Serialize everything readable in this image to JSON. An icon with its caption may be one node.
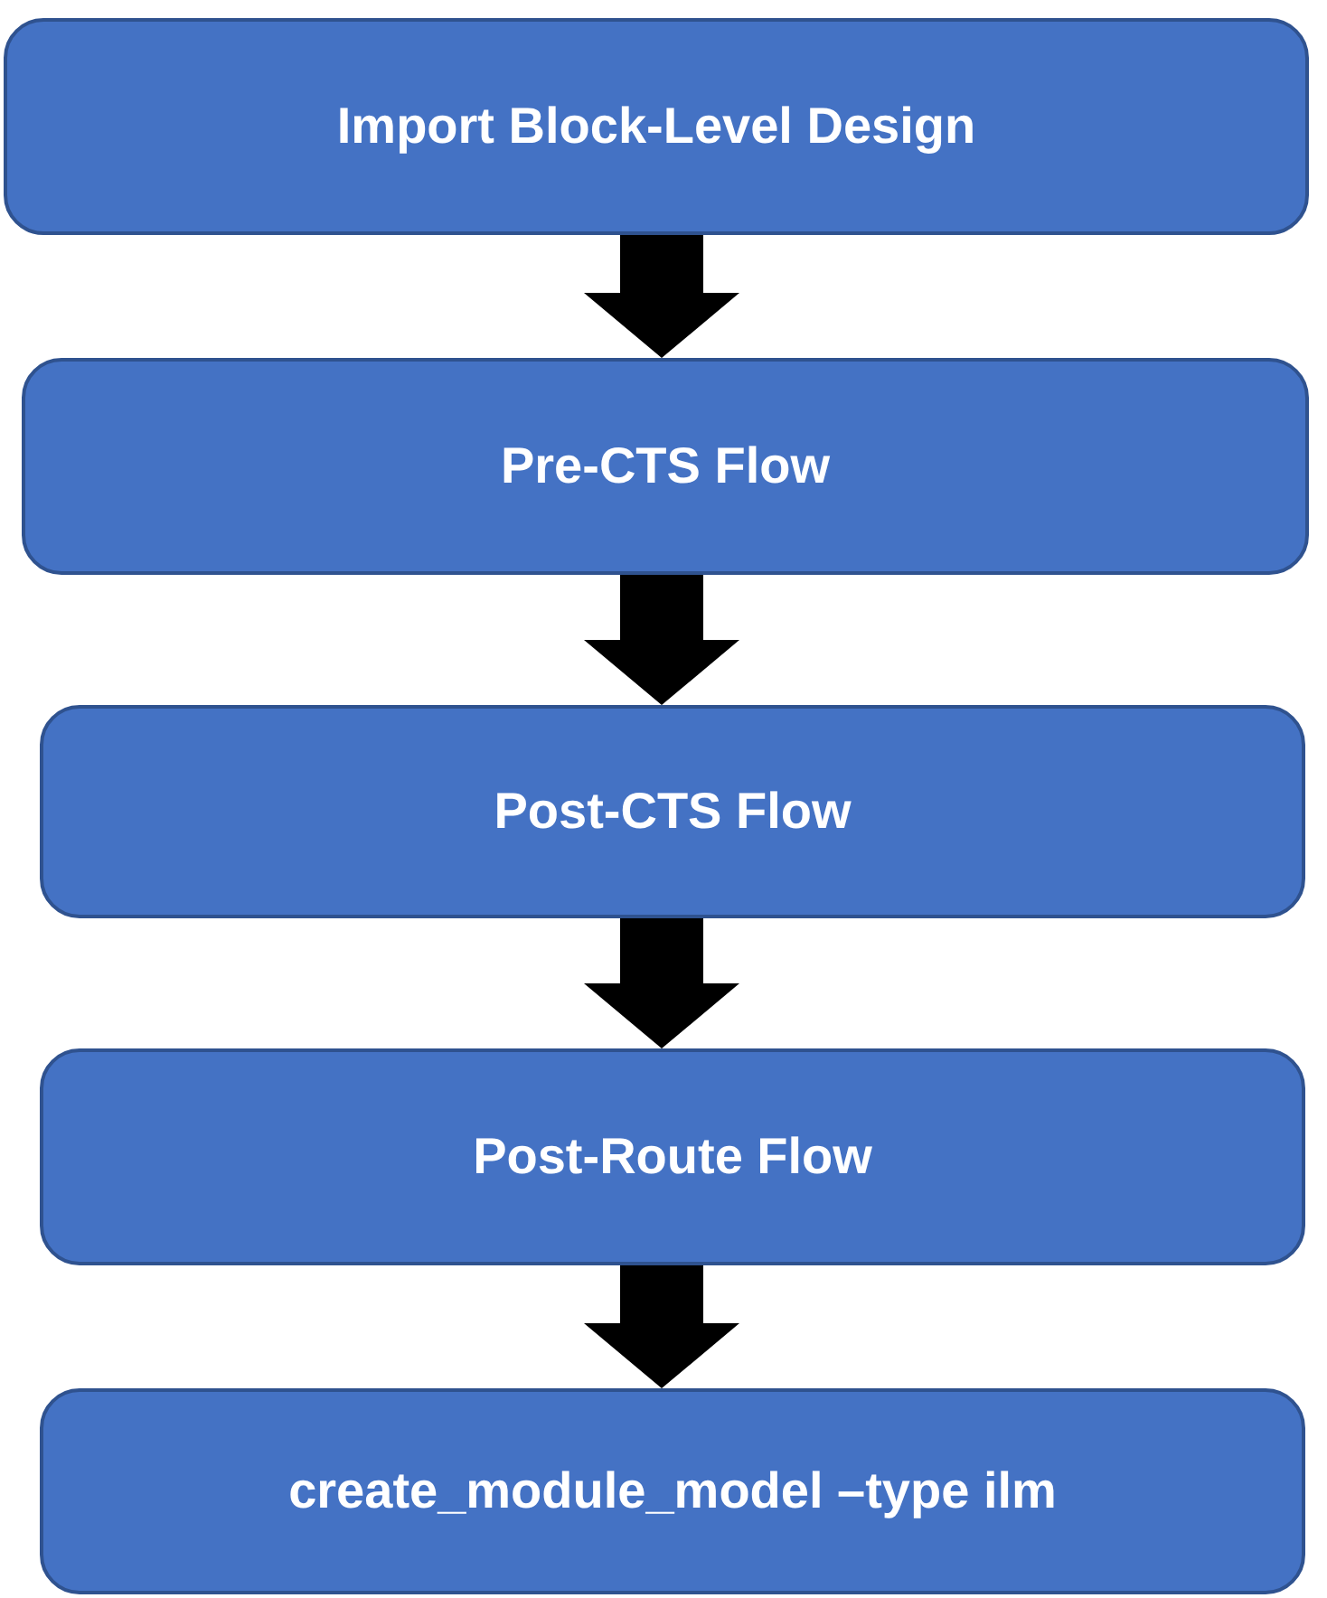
{
  "diagram": {
    "nodes": [
      {
        "text": [
          "Import Block-Level Design"
        ]
      },
      {
        "text": [
          "Pre-CTS Flow"
        ]
      },
      {
        "text": [
          "Post-CTS Flow"
        ]
      },
      {
        "text": [
          "Post-Route Flow"
        ]
      },
      {
        "text": [
          "create_module_model –type ilm"
        ]
      }
    ],
    "edges": [
      {
        "from": 0,
        "to": 1,
        "arrow": "to"
      },
      {
        "from": 1,
        "to": 2,
        "arrow": "to"
      },
      {
        "from": 2,
        "to": 3,
        "arrow": "to"
      },
      {
        "from": 3,
        "to": 4,
        "arrow": "to"
      }
    ]
  }
}
